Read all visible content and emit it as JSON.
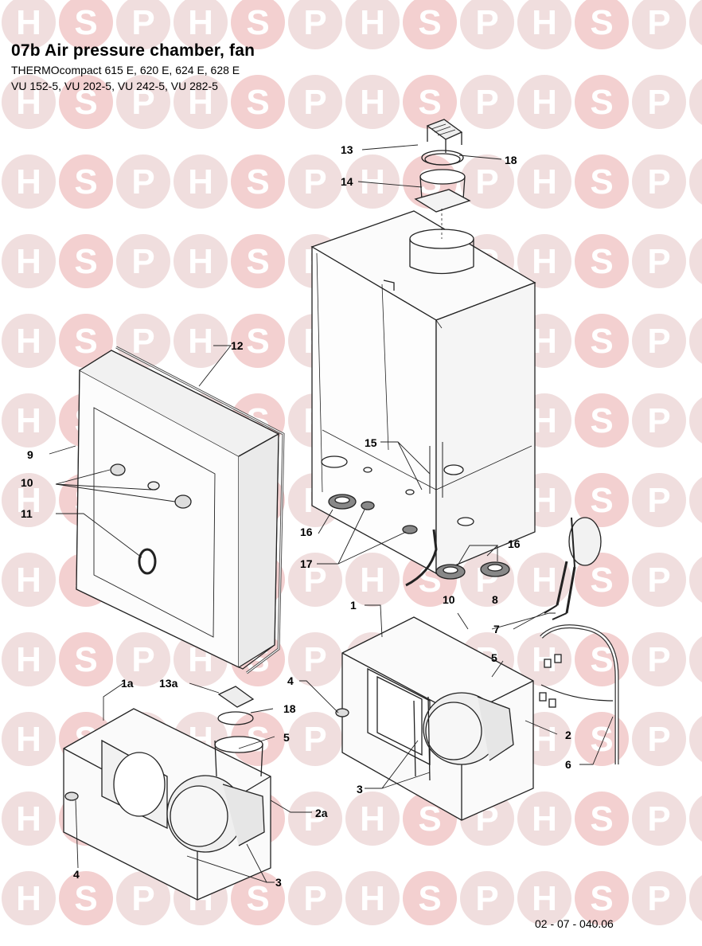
{
  "title": "07b Air pressure chamber, fan",
  "subtitle_line1": "THERMOcompact 615 E, 620 E, 624 E, 628 E",
  "subtitle_line2": "VU 152-5, VU 202-5, VU 242-5, VU 282-5",
  "drawing_ref": "02 - 07 - 040.06",
  "watermark": {
    "letters": [
      "H",
      "S",
      "P"
    ],
    "color": "#f0dede",
    "s_color": "#f3d0d0"
  },
  "callouts": [
    "13",
    "18",
    "14",
    "12",
    "9",
    "10",
    "11",
    "15",
    "16",
    "17",
    "16",
    "1",
    "10",
    "8",
    "7",
    "5",
    "4",
    "1a",
    "13a",
    "18",
    "5",
    "2",
    "6",
    "2a",
    "3",
    "4",
    "3"
  ]
}
